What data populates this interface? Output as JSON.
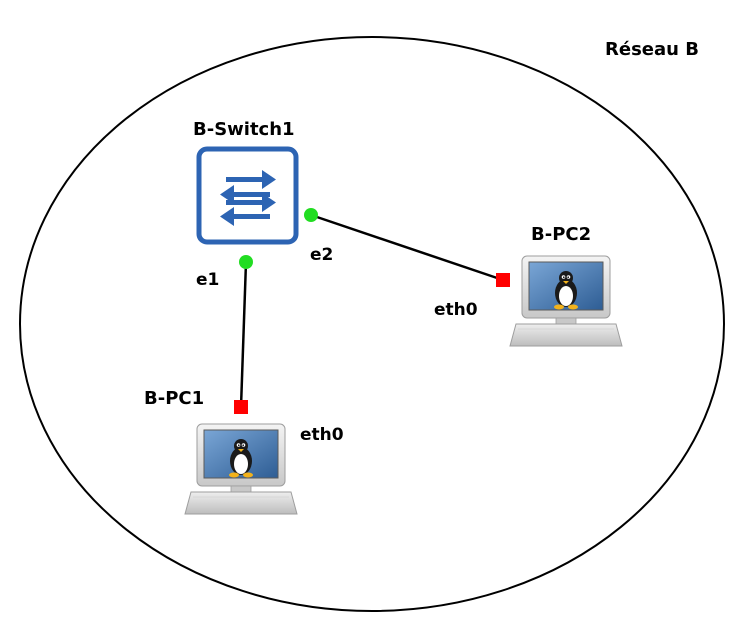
{
  "network": {
    "zone_label": "Réseau B"
  },
  "nodes": {
    "switch": {
      "label": "B-Switch1",
      "icon": "ethernet-switch-icon"
    },
    "pc1": {
      "label": "B-PC1",
      "icon": "linux-computer-icon"
    },
    "pc2": {
      "label": "B-PC2",
      "icon": "linux-computer-icon"
    }
  },
  "links": [
    {
      "from": "B-Switch1",
      "from_port": "e1",
      "to": "B-PC1",
      "to_port": "eth0"
    },
    {
      "from": "B-Switch1",
      "from_port": "e2",
      "to": "B-PC2",
      "to_port": "eth0"
    }
  ],
  "ports": {
    "switch_e1": "e1",
    "switch_e2": "e2",
    "pc1_eth0": "eth0",
    "pc2_eth0": "eth0"
  },
  "colors": {
    "port_up": "#22dd22",
    "port_down": "#ff0000",
    "switch_blue": "#2d64b3"
  }
}
